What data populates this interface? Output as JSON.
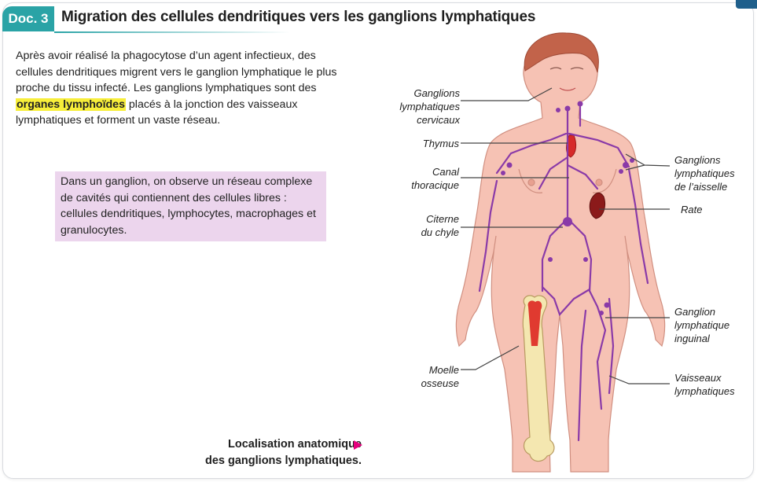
{
  "header": {
    "badge": "Doc. 3",
    "title": "Migration des cellules dendritiques vers les ganglions lymphatiques"
  },
  "intro": {
    "before": "Après avoir réalisé la phagocytose d’un agent infectieux, des cellules dendritiques migrent vers le ganglion lymphatique le plus proche du tissu infecté. Les ganglions lymphatiques sont des ",
    "highlight": "organes lymphoïdes",
    "after": " placés à la jonction des vaisseaux lymphatiques et forment un vaste réseau."
  },
  "box_text": "Dans un ganglion, on observe un réseau complexe de cavités qui contiennent des cellules libres : cellules dendritiques, lymphocytes, macrophages et granulocytes.",
  "caption": {
    "line1": "Localisation anatomique",
    "line2": "des ganglions lymphatiques."
  },
  "labels": {
    "cervicaux": [
      "Ganglions",
      "lymphatiques",
      "cervicaux"
    ],
    "thymus": [
      "Thymus"
    ],
    "canal": [
      "Canal",
      "thoracique"
    ],
    "citerne": [
      "Citerne",
      "du chyle"
    ],
    "moelle": [
      "Moelle",
      "osseuse"
    ],
    "aisselle": [
      "Ganglions",
      "lymphatiques",
      "de l’aisselle"
    ],
    "rate": [
      "Rate"
    ],
    "inguinal": [
      "Ganglion",
      "lymphatique",
      "inguinal"
    ],
    "vaisseaux": [
      "Vaisseaux",
      "lymphatiques"
    ]
  },
  "colors": {
    "badge": "#2aa3a6",
    "highlight": "#f7ee3a",
    "box": "#ecd5ed",
    "arrow": "#e6007e",
    "skin": "#f6c2b4",
    "lymph": "#8a3aa8"
  }
}
